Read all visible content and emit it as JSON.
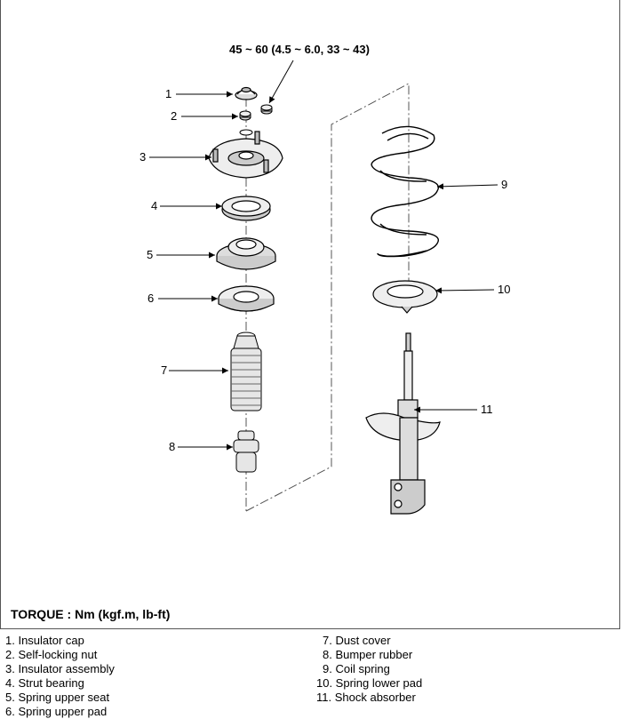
{
  "torque_spec": "45 ~ 60 (4.5 ~ 6.0, 33 ~ 43)",
  "torque_title": "TORQUE : Nm (kgf.m, lb-ft)",
  "callouts": [
    "1",
    "2",
    "3",
    "4",
    "5",
    "6",
    "7",
    "8",
    "9",
    "10",
    "11"
  ],
  "legend_left": [
    "1. Insulator cap",
    "2. Self-locking nut",
    "3. Insulator assembly",
    "4. Strut bearing",
    "5. Spring upper seat",
    "6. Spring upper pad"
  ],
  "legend_right": [
    "7. Dust cover",
    "8. Bumper rubber",
    "9. Coil spring",
    "10. Spring lower pad",
    "11. Shock absorber"
  ]
}
